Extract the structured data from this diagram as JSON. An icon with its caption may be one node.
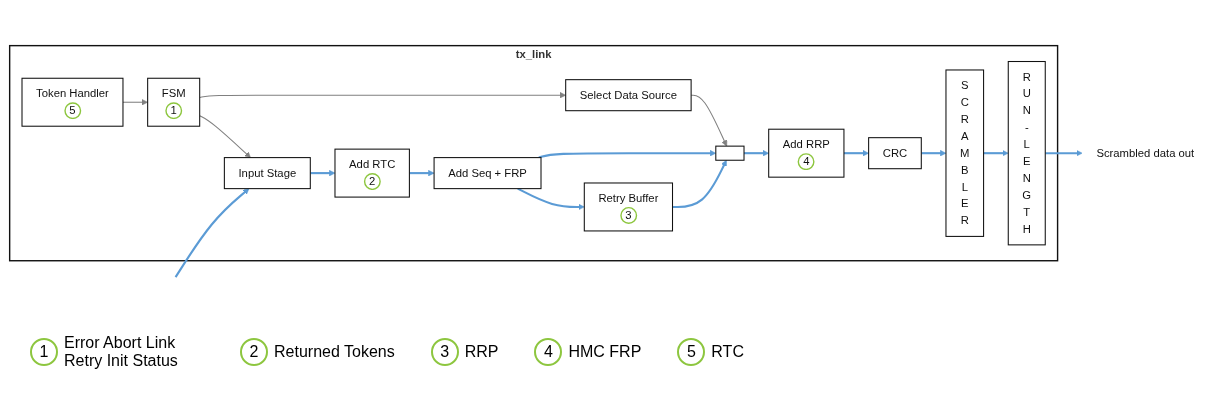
{
  "diagram": {
    "nodes": [
      {
        "text": [
          "tx_link"
        ]
      },
      {
        "text": [
          "Token Handler",
          "5"
        ],
        "in": 0
      },
      {
        "text": [
          "FSM",
          "1"
        ],
        "in": 0
      },
      {
        "text": [
          "Select Data Source"
        ],
        "in": 0
      },
      {
        "text": [],
        "shape": "box",
        "in": 0
      },
      {
        "text": [
          "Input Stage"
        ],
        "in": 0
      },
      {
        "text": [
          "Add RTC",
          "2"
        ],
        "in": 0
      },
      {
        "text": [
          "Add Seq + FRP"
        ],
        "in": 0
      },
      {
        "text": [
          "Retry Buffer",
          "3"
        ],
        "in": 0
      },
      {
        "text": [
          "Add RRP",
          "4"
        ],
        "in": 0
      },
      {
        "text": [
          "CRC"
        ],
        "in": 0
      },
      {
        "text": [
          "SCRAMBLER"
        ],
        "in": 0
      },
      {
        "text": [
          "RUN-LENGTH"
        ],
        "in": 0
      },
      {
        "text": [
          "Scrambled data out"
        ]
      }
    ],
    "edges": [
      {
        "from": null,
        "to": 5,
        "arrow": "to"
      },
      {
        "from": 1,
        "to": 2,
        "arrow": "to",
        "color": "#808080"
      },
      {
        "from": 2,
        "to": 3,
        "arrow": "to",
        "color": "#808080"
      },
      {
        "from": 2,
        "to": 5,
        "arrow": "to",
        "color": "#808080"
      },
      {
        "from": 3,
        "to": 4,
        "arrow": "to",
        "color": "#808080"
      },
      {
        "from": 5,
        "to": 6,
        "arrow": "to"
      },
      {
        "from": 6,
        "to": 7,
        "arrow": "to"
      },
      {
        "from": 7,
        "to": 4,
        "arrow": "to"
      },
      {
        "from": 7,
        "to": 8,
        "arrow": "to"
      },
      {
        "from": 8,
        "to": 4,
        "arrow": "to"
      },
      {
        "from": 4,
        "to": 9,
        "arrow": "to"
      },
      {
        "from": 9,
        "to": 10,
        "arrow": "to"
      },
      {
        "from": 10,
        "to": 11,
        "arrow": "to"
      },
      {
        "from": 11,
        "to": 12,
        "arrow": "to"
      },
      {
        "from": 12,
        "to": 13,
        "arrow": "to"
      }
    ],
    "labels": [
      "1",
      "Error Abort Link Retry Init Status",
      "2",
      "Returned Tokens",
      "3",
      "RRP",
      "4",
      "HMC FRP",
      "5",
      "RTC"
    ]
  }
}
